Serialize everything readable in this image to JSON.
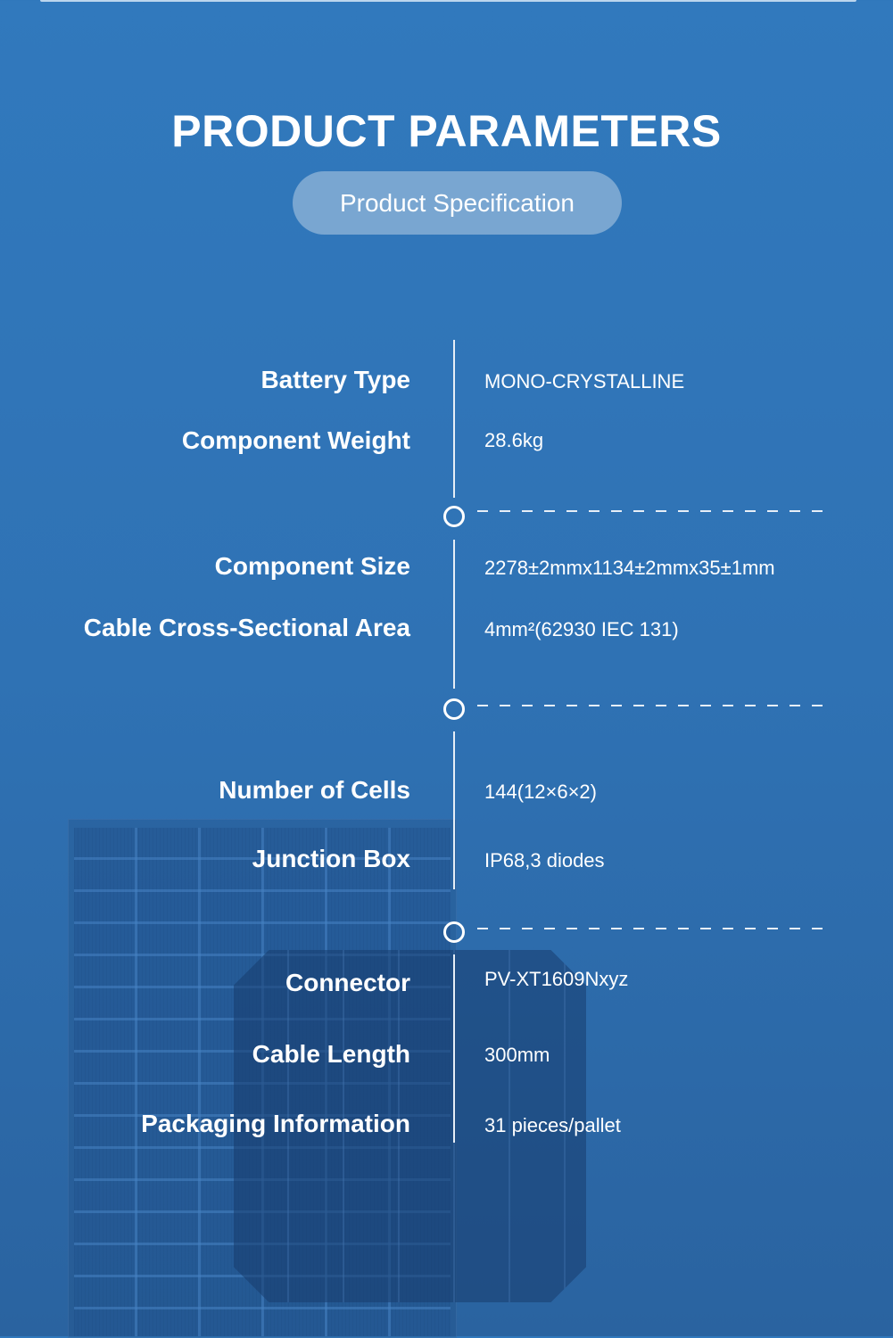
{
  "header": {
    "title": "PRODUCT PARAMETERS",
    "subtitle": "Product Specification"
  },
  "params": [
    {
      "label": "Battery Type",
      "value": "MONO-CRYSTALLINE"
    },
    {
      "label": "Component Weight",
      "value": "28.6kg"
    },
    {
      "label": "Component Size",
      "value": "2278±2mmx1134±2mmx35±1mm"
    },
    {
      "label": "Cable Cross-Sectional Area",
      "value": "4mm²(62930 IEC 131)"
    },
    {
      "label": "Number of Cells",
      "value": "144(12×6×2)"
    },
    {
      "label": "Junction Box",
      "value": "IP68,3 diodes"
    },
    {
      "label": "Connector",
      "value": "PV-XT1609Nxyz"
    },
    {
      "label": "Cable Length",
      "value": "300mm"
    },
    {
      "label": "Packaging Information",
      "value": "31 pieces/pallet"
    }
  ]
}
